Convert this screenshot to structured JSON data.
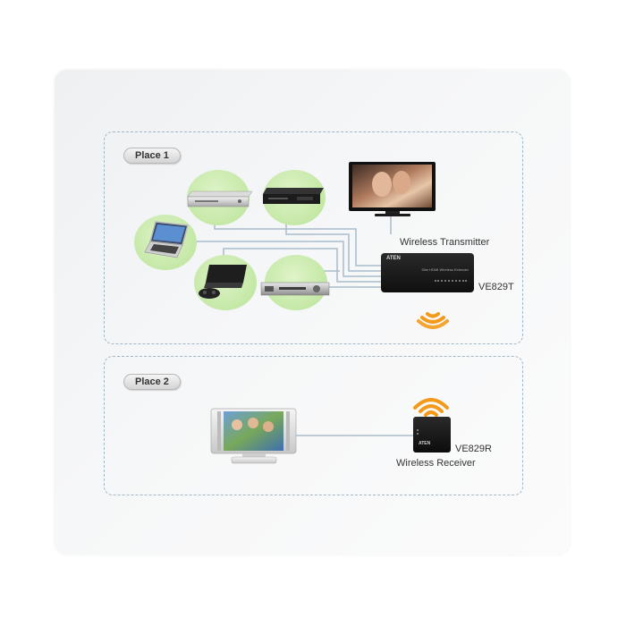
{
  "place1": {
    "label": "Place 1"
  },
  "place2": {
    "label": "Place 2"
  },
  "transmitter": {
    "caption": "Wireless Transmitter",
    "model": "VE829T",
    "brand": "ATEN",
    "panel_text": "Slim HDMI Wireless Extender"
  },
  "receiver": {
    "caption": "Wireless Receiver",
    "model": "VE829R",
    "brand": "ATEN"
  },
  "colors": {
    "accent_wifi": "#f39a1a",
    "device_circle": "#c4e8a6",
    "zone_border": "#9fb8c8",
    "cable": "#a9bccb"
  },
  "icons": [
    "tv-icon",
    "dvd-player-icon",
    "blu-ray-player-icon",
    "laptop-icon",
    "game-console-icon",
    "av-receiver-icon",
    "transmitter-box-icon",
    "wifi-signal-icon",
    "receiver-box-icon",
    "monitor-icon"
  ]
}
